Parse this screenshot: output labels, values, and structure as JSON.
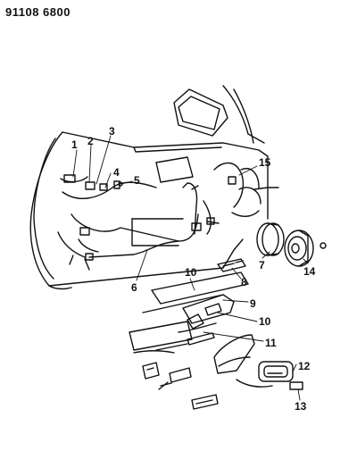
{
  "header": {
    "code": "91108 6800"
  },
  "callouts": [
    {
      "id": "1",
      "label": "1"
    },
    {
      "id": "2",
      "label": "2"
    },
    {
      "id": "3",
      "label": "3"
    },
    {
      "id": "4",
      "label": "4"
    },
    {
      "id": "5",
      "label": "5"
    },
    {
      "id": "6",
      "label": "6"
    },
    {
      "id": "7",
      "label": "7"
    },
    {
      "id": "8",
      "label": "8"
    },
    {
      "id": "9",
      "label": "9"
    },
    {
      "id": "10a",
      "label": "10"
    },
    {
      "id": "10b",
      "label": "10"
    },
    {
      "id": "11",
      "label": "11"
    },
    {
      "id": "12",
      "label": "12"
    },
    {
      "id": "13",
      "label": "13"
    },
    {
      "id": "14",
      "label": "14"
    },
    {
      "id": "15",
      "label": "15"
    }
  ],
  "colors": {
    "ink": "#111111",
    "paper": "#ffffff"
  }
}
